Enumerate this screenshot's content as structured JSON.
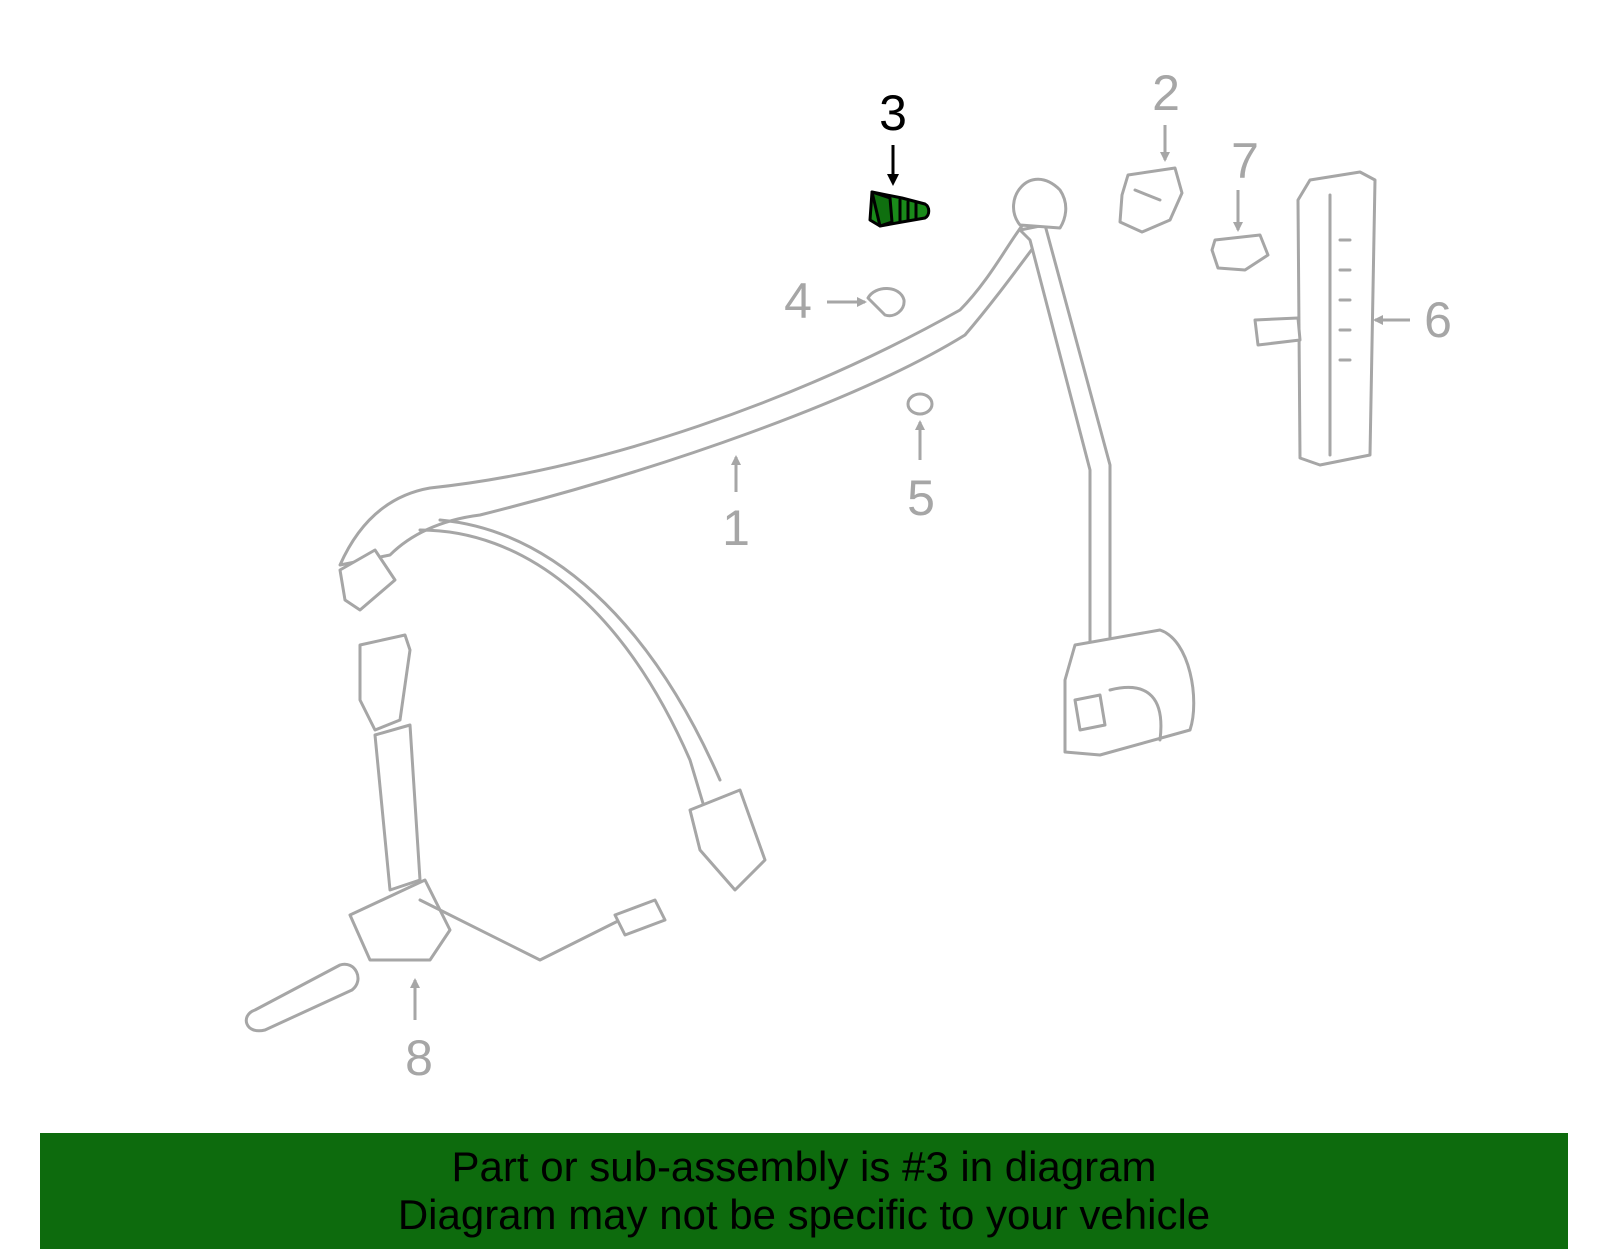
{
  "colors": {
    "part_outline": "#a6a6a6",
    "highlight_part": "#1a8a1a",
    "banner_background": "#0d6b0d",
    "banner_text": "#000000"
  },
  "callouts": {
    "c1": "1",
    "c2": "2",
    "c3": "3",
    "c4": "4",
    "c5": "5",
    "c6": "6",
    "c7": "7",
    "c8": "8"
  },
  "highlighted_callout": "3",
  "banner": {
    "line1": "Part or sub-assembly is #3 in diagram",
    "line2": "Diagram may not be specific to your vehicle"
  }
}
